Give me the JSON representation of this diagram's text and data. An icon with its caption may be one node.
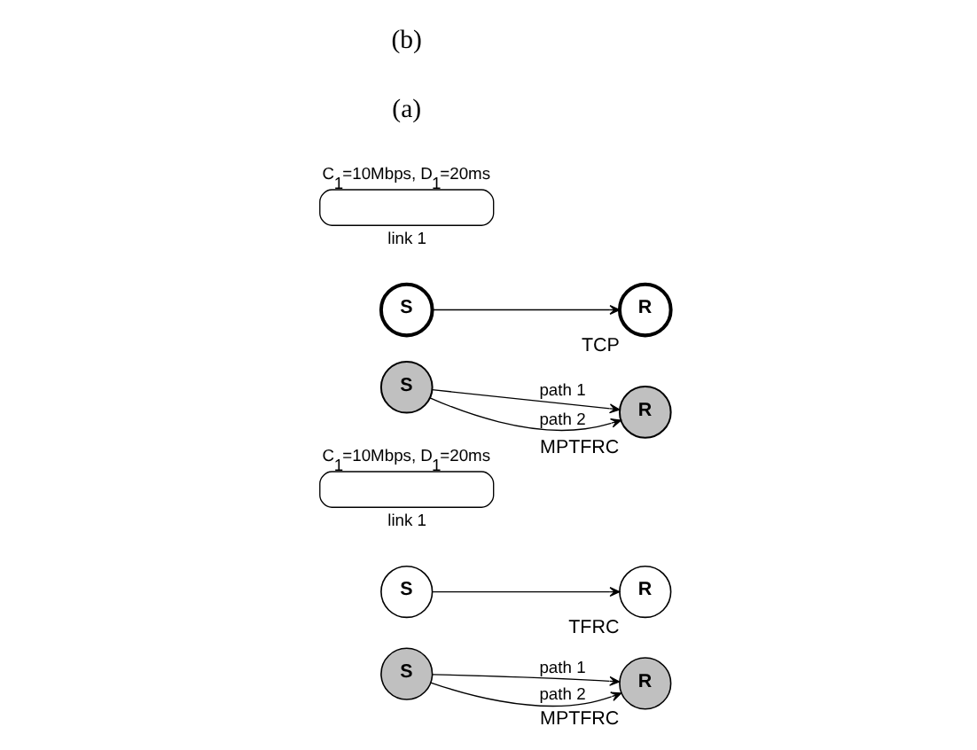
{
  "diagram": {
    "nodes": [
      {
        "text": [
          "S"
        ]
      },
      {
        "text": [
          "R"
        ],
        "beside": [
          "MPTFRC"
        ]
      },
      {
        "text": [
          "S"
        ]
      },
      {
        "text": [
          "R"
        ],
        "beside": [
          "TFRC"
        ]
      },
      {
        "text": [
          "link 1"
        ],
        "beside": [
          "C$_{1}$=10Mbps, D$_{1}$=20ms"
        ]
      },
      {
        "text": [
          "S"
        ]
      },
      {
        "text": [
          "R"
        ],
        "beside": [
          "MPTFRC"
        ]
      },
      {
        "text": [
          "S"
        ]
      },
      {
        "text": [
          "R"
        ],
        "beside": [
          "TCP"
        ]
      },
      {
        "text": [
          "link 1"
        ],
        "beside": [
          "C$_{1}$=10Mbps, D$_{1}$=20ms"
        ]
      }
    ],
    "edges": [
      {
        "from": 0,
        "to": 1,
        "arrow": "to",
        "label": "path 1"
      },
      {
        "from": 0,
        "to": 1,
        "arrow": "to",
        "label": "path 2"
      },
      {
        "from": 2,
        "to": 3,
        "arrow": "to"
      },
      {
        "from": 5,
        "to": 6,
        "arrow": "to",
        "label": "path 1"
      },
      {
        "from": 5,
        "to": 6,
        "arrow": "to",
        "label": "path 2"
      },
      {
        "from": 7,
        "to": 8,
        "arrow": "to"
      }
    ],
    "labels": [
      "(a)",
      "(b)"
    ]
  }
}
